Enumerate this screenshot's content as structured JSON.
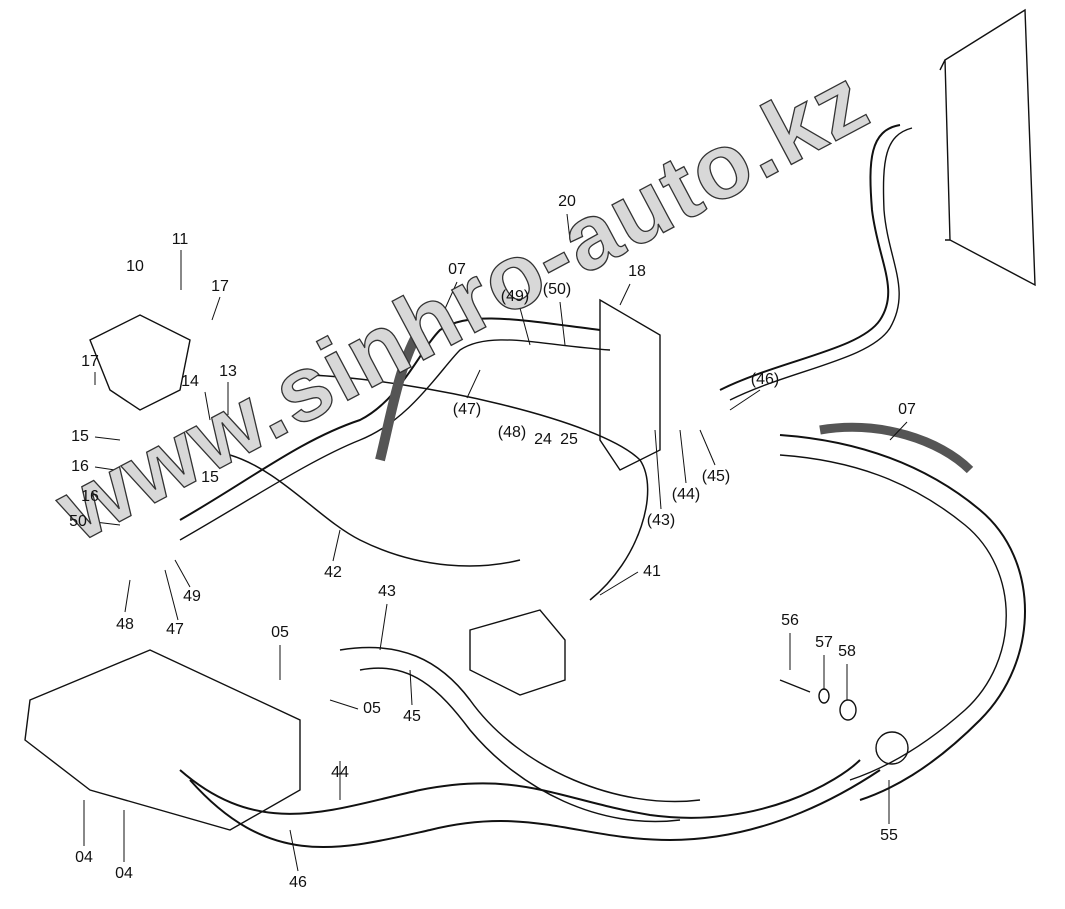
{
  "watermark": "www.sinhro-auto.kz",
  "callouts": [
    {
      "id": "c11",
      "text": "11"
    },
    {
      "id": "c10",
      "text": "10"
    },
    {
      "id": "c17a",
      "text": "17"
    },
    {
      "id": "c17b",
      "text": "17"
    },
    {
      "id": "c14",
      "text": "14"
    },
    {
      "id": "c13",
      "text": "13"
    },
    {
      "id": "c15a",
      "text": "15"
    },
    {
      "id": "c16a",
      "text": "16"
    },
    {
      "id": "c15b",
      "text": "15"
    },
    {
      "id": "c16b",
      "text": "16"
    },
    {
      "id": "c50",
      "text": "50"
    },
    {
      "id": "c48",
      "text": "48"
    },
    {
      "id": "c49",
      "text": "49"
    },
    {
      "id": "c47",
      "text": "47"
    },
    {
      "id": "c07a",
      "text": "07"
    },
    {
      "id": "c49p",
      "text": "(49)"
    },
    {
      "id": "c50p",
      "text": "(50)"
    },
    {
      "id": "c20",
      "text": "20"
    },
    {
      "id": "c18",
      "text": "18"
    },
    {
      "id": "c47p",
      "text": "(47)"
    },
    {
      "id": "c48p",
      "text": "(48)"
    },
    {
      "id": "c24",
      "text": "24"
    },
    {
      "id": "c25",
      "text": "25"
    },
    {
      "id": "c46p",
      "text": "(46)"
    },
    {
      "id": "c07b",
      "text": "07"
    },
    {
      "id": "c45p",
      "text": "(45)"
    },
    {
      "id": "c44p",
      "text": "(44)"
    },
    {
      "id": "c43p",
      "text": "(43)"
    },
    {
      "id": "c42",
      "text": "42"
    },
    {
      "id": "c41",
      "text": "41"
    },
    {
      "id": "c43",
      "text": "43"
    },
    {
      "id": "c05a",
      "text": "05"
    },
    {
      "id": "c05b",
      "text": "05"
    },
    {
      "id": "c45",
      "text": "45"
    },
    {
      "id": "c56",
      "text": "56"
    },
    {
      "id": "c57",
      "text": "57"
    },
    {
      "id": "c58",
      "text": "58"
    },
    {
      "id": "c44",
      "text": "44"
    },
    {
      "id": "c55",
      "text": "55"
    },
    {
      "id": "c04a",
      "text": "04"
    },
    {
      "id": "c04b",
      "text": "04"
    },
    {
      "id": "c46",
      "text": "46"
    }
  ]
}
